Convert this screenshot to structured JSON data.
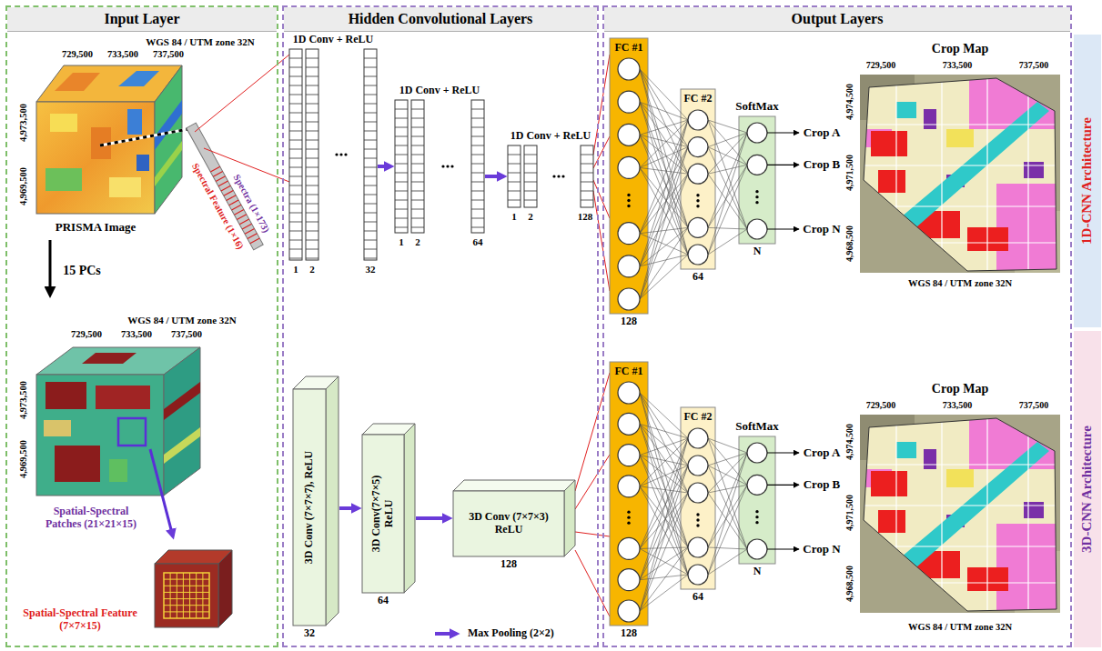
{
  "diagram": {
    "nodes": [
      {
        "text": [
          "Input Layer"
        ]
      },
      {
        "text": [
          "Hidden Convolutional Layers"
        ]
      },
      {
        "text": [
          "1D Conv + ReLU"
        ],
        "in": 1
      },
      {
        "text": [
          "1D Conv + ReLU"
        ],
        "in": 1
      },
      {
        "text": [
          "1D Conv + ReLU"
        ],
        "in": 1
      },
      {
        "text": [
          "3D Conv (7×7×7), ReLU",
          "32"
        ],
        "in": 1
      },
      {
        "text": [
          "3D Conv(7×7×5) ReLU",
          "64"
        ],
        "in": 1
      },
      {
        "text": [
          "3D Conv (7×7×3) ReLU",
          "128"
        ],
        "in": 1
      },
      {
        "text": [
          "Output Layers"
        ]
      },
      {
        "text": [
          "FC #1",
          "128"
        ],
        "in": 8
      },
      {
        "text": [
          "FC #2",
          "64"
        ],
        "in": 8
      },
      {
        "text": [
          "SoftMax",
          "N"
        ],
        "in": 8
      },
      {
        "text": [
          "FC #1",
          "128"
        ],
        "in": 8
      },
      {
        "text": [
          "FC #2",
          "64"
        ],
        "in": 8
      },
      {
        "text": [
          "SoftMax",
          "N"
        ],
        "in": 8
      },
      {
        "text": [
          "1D-CNN Architecture"
        ]
      },
      {
        "text": [
          "3D-CNN Architecture"
        ]
      }
    ],
    "edges": [
      {
        "from": 2,
        "to": 3,
        "arrow": "to"
      },
      {
        "from": 3,
        "to": 4,
        "arrow": "to"
      },
      {
        "from": 5,
        "to": 6,
        "arrow": "to"
      },
      {
        "from": 6,
        "to": 7,
        "arrow": "to"
      }
    ],
    "labels": [
      "WGS 84 / UTM zone 32N",
      "729,500",
      "733,500",
      "737,500",
      "4,973,500",
      "4,969,500",
      "PRISMA Image",
      "Spectra (1×173)",
      "Spectral Feature (1×16)",
      "15 PCs",
      "WGS 84 / UTM zone 32N",
      "729,500",
      "733,500",
      "737,500",
      "4,973,500",
      "4,969,500",
      "Spatial-Spectral Patches (21×21×15)",
      "Spatial-Spectral Feature (7×7×15)",
      "1",
      "2",
      "32",
      "1",
      "2",
      "64",
      "1",
      "2",
      "128",
      "Crop A",
      "Crop B",
      "Crop N",
      "Crop Map",
      "729,500",
      "733,500",
      "737,500",
      "4,974,500",
      "4,971,500",
      "4,968,500",
      "WGS 84 / UTM zone 32N",
      "Crop A",
      "Crop B",
      "Crop N",
      "Crop Map",
      "729,500",
      "733,500",
      "737,500",
      "4,974,500",
      "4,971,500",
      "4,968,500",
      "WGS 84 / UTM zone 32N"
    ],
    "legend": [
      {
        "text": "Max Pooling (2×2)"
      }
    ]
  }
}
